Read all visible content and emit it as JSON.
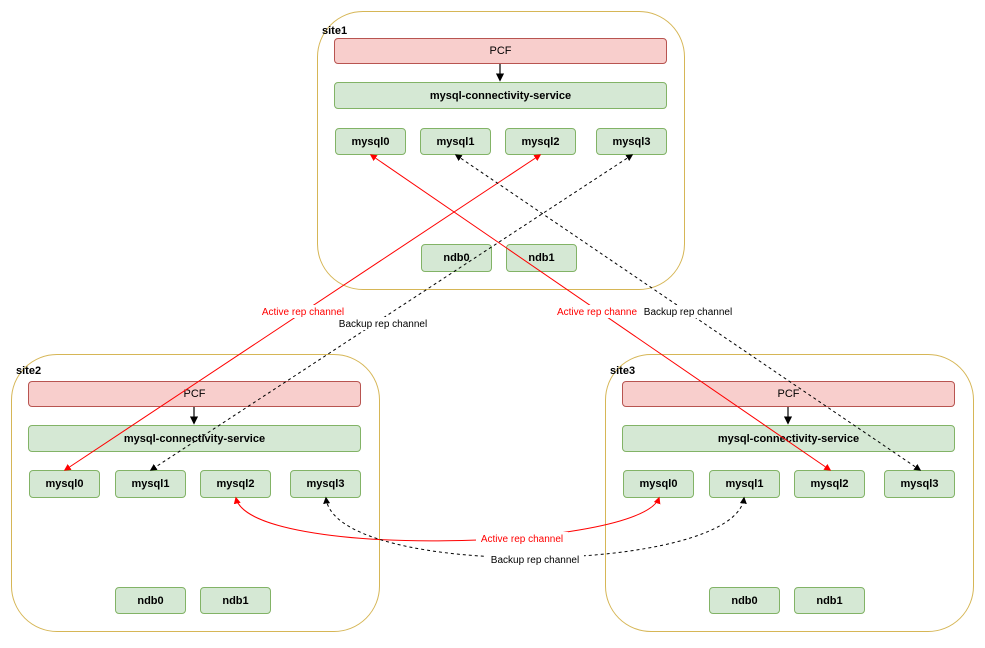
{
  "sites": [
    {
      "id": "site1",
      "label": "site1",
      "pcf": "PCF",
      "service": "mysql-connectivity-service",
      "mysql": [
        "mysql0",
        "mysql1",
        "mysql2",
        "mysql3"
      ],
      "ndb": [
        "ndb0",
        "ndb1"
      ]
    },
    {
      "id": "site2",
      "label": "site2",
      "pcf": "PCF",
      "service": "mysql-connectivity-service",
      "mysql": [
        "mysql0",
        "mysql1",
        "mysql2",
        "mysql3"
      ],
      "ndb": [
        "ndb0",
        "ndb1"
      ]
    },
    {
      "id": "site3",
      "label": "site3",
      "pcf": "PCF",
      "service": "mysql-connectivity-service",
      "mysql": [
        "mysql0",
        "mysql1",
        "mysql2",
        "mysql3"
      ],
      "ndb": [
        "ndb0",
        "ndb1"
      ]
    }
  ],
  "edges": [
    {
      "from": "site1.mysql2",
      "to": "site2.mysql0",
      "type": "active",
      "label": "Active rep channel"
    },
    {
      "from": "site1.mysql3",
      "to": "site2.mysql1",
      "type": "backup",
      "label": "Backup rep channel"
    },
    {
      "from": "site3.mysql2",
      "to": "site1.mysql0",
      "type": "active",
      "label": "Active rep channe"
    },
    {
      "from": "site3.mysql3",
      "to": "site1.mysql1",
      "type": "backup",
      "label": "Backup rep channel"
    },
    {
      "from": "site2.mysql2",
      "to": "site3.mysql0",
      "type": "active",
      "label": "Active rep channel"
    },
    {
      "from": "site2.mysql3",
      "to": "site3.mysql1",
      "type": "backup",
      "label": "Backup rep channel"
    }
  ],
  "colors": {
    "active": "#ff0000",
    "backup": "#000000",
    "site_border": "#d6b656",
    "pcf_fill": "#f8cecc",
    "pcf_border": "#b85450",
    "green_fill": "#d5e8d4",
    "green_border": "#82b366"
  }
}
